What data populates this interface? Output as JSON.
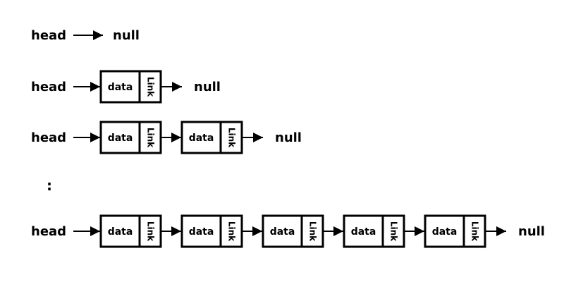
{
  "labels": {
    "head": "head",
    "null": "null",
    "data": "data",
    "link": "Link",
    "ellipsis": ":"
  },
  "rows": [
    {
      "nodes": 0
    },
    {
      "nodes": 1
    },
    {
      "nodes": 2
    },
    {
      "ellipsis": true
    },
    {
      "nodes": 5
    }
  ],
  "colors": {
    "ink": "#000000",
    "background": "#ffffff"
  }
}
